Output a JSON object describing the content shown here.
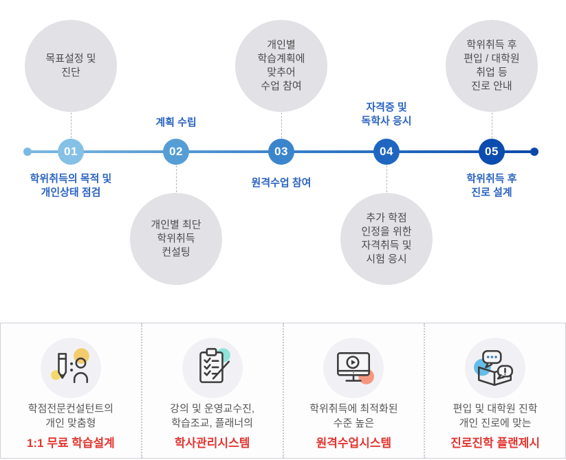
{
  "page": {
    "background": "#ffffff"
  },
  "timeline": {
    "line_color_start": "#7cb9e2",
    "line_color_end": "#0b48a9",
    "steps": [
      {
        "number": "01",
        "circle_color": "#85c0e6",
        "bubble_text": "목표설정 및\n진단",
        "bubble_position": "above",
        "label_text": "학위취득의 목적 및\n개인상태 점검",
        "label_position": "below"
      },
      {
        "number": "02",
        "circle_color": "#569dd6",
        "bubble_text": "개인별 최단\n학위취득\n컨설팅",
        "bubble_position": "below",
        "label_text": "계획 수립",
        "label_position": "above"
      },
      {
        "number": "03",
        "circle_color": "#3b85cd",
        "bubble_text": "개인별\n학습계획에\n맞추어\n수업 참여",
        "bubble_position": "above",
        "label_text": "원격수업 참여",
        "label_position": "below"
      },
      {
        "number": "04",
        "circle_color": "#1f66c0",
        "bubble_text": "추가 학점\n인정을 위한\n자격취득 및\n시험 응시",
        "bubble_position": "below",
        "label_text": "자격증 및\n독학사 응시",
        "label_position": "above"
      },
      {
        "number": "05",
        "circle_color": "#0c4cae",
        "bubble_text": "학위취득 후\n편입 / 대학원\n취업 등\n진로 안내",
        "bubble_position": "above",
        "label_text": "학위취득 후\n진로 설계",
        "label_position": "below"
      }
    ],
    "label_color": "#2b63c1",
    "bubble_fill": "#e1e1e6"
  },
  "features": {
    "highlight_color": "#e23530",
    "cards": [
      {
        "icon": "pencil-person-icon",
        "accent_color": "#f6c34b",
        "description": "학점전문컨설턴트의\n개인 맞춤형",
        "highlight": "1:1 무료 학습설계"
      },
      {
        "icon": "clipboard-checklist-icon",
        "accent_color": "#7ee0d2",
        "description": "강의 및 운영교수진,\n학습조교, 플래너의",
        "highlight": "학사관리시스템"
      },
      {
        "icon": "monitor-play-icon",
        "accent_color": "#f5876b",
        "description": "학위취득에 최적화된\n수준 높은",
        "highlight": "원격수업시스템"
      },
      {
        "icon": "speech-bubbles-book-icon",
        "accent_color": "#56b7e9",
        "description": "편입 및 대학원 진학\n개인 진로에 맞는",
        "highlight": "진로진학 플랜제시"
      }
    ]
  }
}
